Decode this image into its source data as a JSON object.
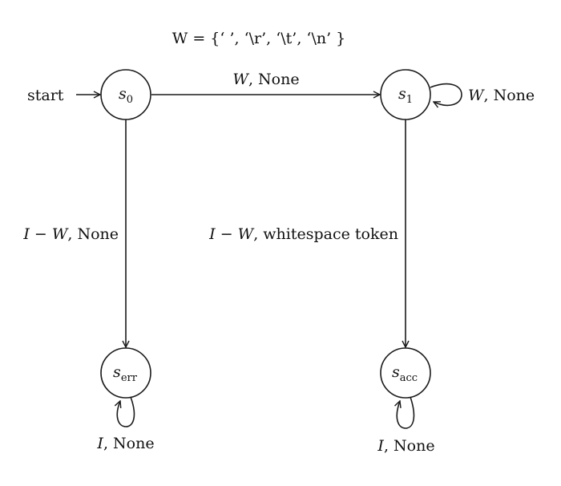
{
  "diagram": {
    "definition": "W = {‘ ’, ‘\\r’, ‘\\t’, ‘\\n’ }",
    "start_label": "start",
    "states": {
      "s0": {
        "name": "s",
        "sub": "0"
      },
      "s1": {
        "name": "s",
        "sub": "1"
      },
      "serr": {
        "name": "s",
        "sub": "err"
      },
      "sacc": {
        "name": "s",
        "sub": "acc"
      }
    },
    "transitions": {
      "s0_s1": {
        "symbol": "W",
        "output": ", None"
      },
      "s1_loop": {
        "symbol": "W",
        "output": ", None"
      },
      "s0_serr": {
        "symbol": "I − W",
        "output": ", None"
      },
      "s1_sacc": {
        "symbol": "I − W",
        "output": ", whitespace token"
      },
      "serr_loop": {
        "symbol": "I",
        "output": ", None"
      },
      "sacc_loop": {
        "symbol": "I",
        "output": ", None"
      }
    }
  }
}
